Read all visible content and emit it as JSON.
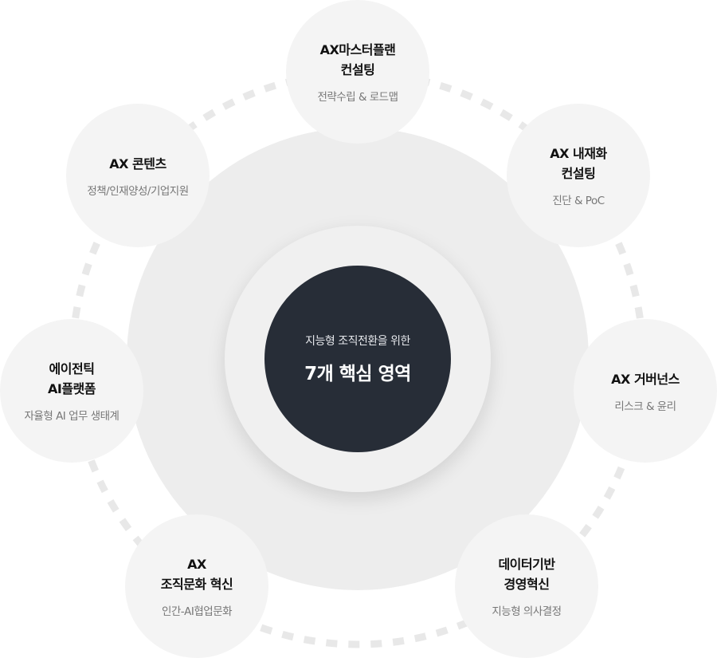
{
  "center": {
    "subtitle": "지능형 조직전환을 위한",
    "title": "7개 핵심 영역"
  },
  "areas": [
    {
      "title": "AX마스터플랜\n컨설팅",
      "desc": "전략수립 & 로드맵"
    },
    {
      "title": "AX 내재화\n컨설팅",
      "desc": "진단 & PoC"
    },
    {
      "title": "AX 거버넌스",
      "desc": "리스크 & 윤리"
    },
    {
      "title": "데이터기반\n경영혁신",
      "desc": "지능형 의사결정"
    },
    {
      "title": "AX\n조직문화 혁신",
      "desc": "인간-AI협업문화"
    },
    {
      "title": "에이전틱\nAI플랫폼",
      "desc": "자율형 AI 업무 생태계"
    },
    {
      "title": "AX 콘텐츠",
      "desc": "정책/인재양성/기업지원"
    }
  ],
  "colors": {
    "core": "#272d37",
    "node": "#f4f4f4",
    "ring": "#e6e6e6"
  }
}
